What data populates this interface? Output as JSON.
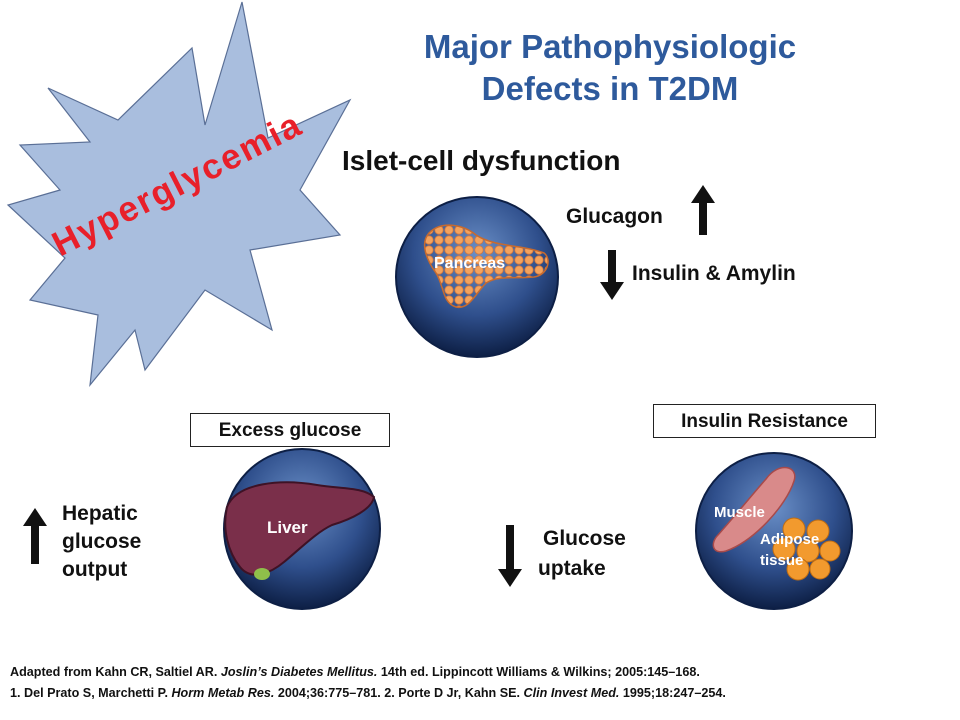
{
  "title_line1": "Major Pathophysiologic",
  "title_line2": "Defects in T2DM",
  "burst_label": "Hyperglycemia",
  "islet_heading": "Islet-cell dysfunction",
  "glucagon_label": "Glucagon",
  "insulin_label": "Insulin & Amylin",
  "pancreas_label": "Pancreas",
  "excess_glucose_label": "Excess glucose",
  "insulin_resistance_label": "Insulin Resistance",
  "liver_label": "Liver",
  "muscle_label": "Muscle",
  "adipose_label_1": "Adipose",
  "adipose_label_2": "tissue",
  "hepatic_1": "Hepatic",
  "hepatic_2": "glucose",
  "hepatic_3": "output",
  "glucose_uptake_1": "Glucose",
  "glucose_uptake_2": "uptake",
  "citation_line1_a": "Adapted from Kahn CR, Saltiel AR. ",
  "citation_line1_b": "Joslin’s Diabetes Mellitus.",
  "citation_line1_c": " 14th ed. Lippincott Williams & Wilkins; 2005:145–168.",
  "citation_line2_a": "1. Del Prato S, Marchetti P. ",
  "citation_line2_b": "Horm Metab Res.",
  "citation_line2_c": " 2004;36:775–781.  2. Porte D Jr, Kahn SE. ",
  "citation_line2_d": "Clin Invest Med.",
  "citation_line2_e": " 1995;18:247–254.",
  "colors": {
    "title": "#2e5a9c",
    "burst_fill": "#a9bede",
    "burst_text": "#e8202a",
    "circle_dark": "#0d1f45",
    "circle_light": "#6a8fc7"
  }
}
